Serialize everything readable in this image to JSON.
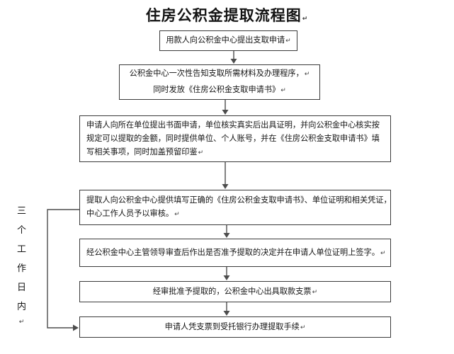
{
  "title": "住房公积金提取流程图",
  "marks": {
    "cr": "↵"
  },
  "side_label": {
    "text": "三个工作日内",
    "chars": [
      "三",
      "个",
      "工",
      "作",
      "日",
      "内"
    ]
  },
  "steps": [
    {
      "name": "apply",
      "lines": [
        "用款人向公积金中心提出支取申请"
      ]
    },
    {
      "name": "notify-materials",
      "lines": [
        "公积金中心一次性告知支取所需材料及办理程序，",
        "同时发放《住房公积金支取申请书》"
      ]
    },
    {
      "name": "unit-written-application",
      "lines": [
        "申请人向所在单位提出书面申请，单位核实真实后出具证明，并向公积金中心核实按",
        "规定可以提取的金额，同时提供单位、个人账号，并在《住房公积金支取申请书》填",
        "写相关事项，同时加盖预留印鉴"
      ]
    },
    {
      "name": "submit-for-review",
      "lines": [
        "提取人向公积金中心提供填写正确的《住房公积金支取申请书》、单位证明和相关凭证，",
        "中心工作人员予以审核。"
      ]
    },
    {
      "name": "leader-decision",
      "lines": [
        "经公积金中心主管领导审查后作出是否准予提取的决定并在申请人单位证明上签字。"
      ]
    },
    {
      "name": "issue-cheque",
      "lines": [
        "经审批准予提取的，公积金中心出具取款支票"
      ]
    },
    {
      "name": "bank-procedure",
      "lines": [
        "申请人凭支票到受托银行办理提取手续"
      ]
    }
  ],
  "colors": {
    "background": "#ffffff",
    "box_border": "#3a3a3a",
    "connector": "#4d4d4d",
    "text": "#141414"
  }
}
